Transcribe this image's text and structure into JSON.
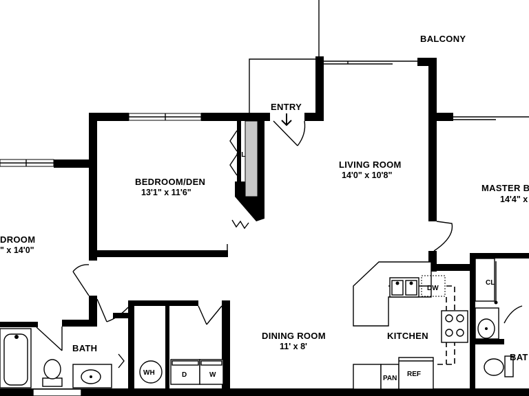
{
  "plan": {
    "rooms": {
      "balcony": {
        "label": "BALCONY"
      },
      "entry": {
        "label": "ENTRY"
      },
      "living_room": {
        "label": "LIVING ROOM",
        "dims": "14'0\" x 10'8\""
      },
      "bedroom_den": {
        "label": "BEDROOM/DEN",
        "dims": "13'1\" x 11'6\""
      },
      "bedroom_left": {
        "label": "DROOM",
        "dims": "\" x 14'0\""
      },
      "master_bedroom": {
        "label": "MASTER B",
        "dims": "14'4\" x"
      },
      "dining_room": {
        "label": "DINING ROOM",
        "dims": "11' x 8'"
      },
      "kitchen": {
        "label": "KITCHEN"
      },
      "bath_left": {
        "label": "BATH"
      },
      "bath_right": {
        "label": "BAT"
      }
    },
    "fixtures": {
      "closet_den": "CL",
      "closet_master": "CL",
      "dishwasher": "DW",
      "water_heater": "WH",
      "dryer": "D",
      "washer": "W",
      "pantry": "PAN",
      "refrigerator": "REF"
    }
  }
}
